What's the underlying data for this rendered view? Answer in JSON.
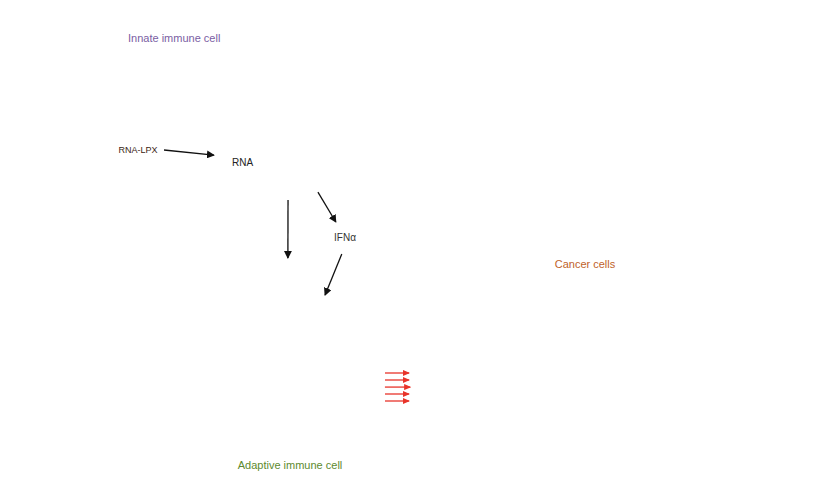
{
  "diagram": {
    "nodes": [
      {
        "text": [
          "Innate immune cell",
          "RNA"
        ]
      },
      {
        "text": [
          "RNA-LPX"
        ]
      },
      {
        "text": [
          "IFNα"
        ]
      },
      {
        "text": [
          "Adaptive immune cell"
        ]
      },
      {
        "text": [
          "Cancer cells"
        ]
      }
    ],
    "edges": [
      {
        "from": 1,
        "to": 0,
        "arrow": "to"
      },
      {
        "from": 0,
        "to": 2,
        "arrow": "to"
      },
      {
        "from": 2,
        "to": 3,
        "arrow": "to"
      },
      {
        "from": 0,
        "to": 3,
        "arrow": "to"
      },
      {
        "from": 3,
        "to": 4,
        "arrow": "to"
      }
    ]
  }
}
